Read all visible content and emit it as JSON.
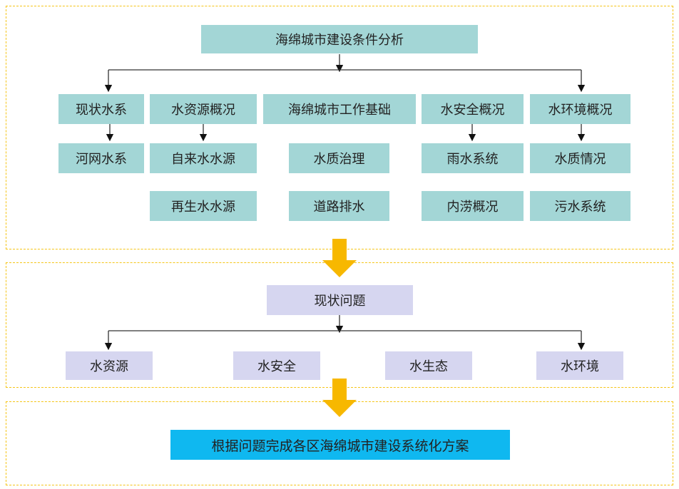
{
  "top": {
    "title": "海绵城市建设条件分析",
    "columns": [
      {
        "header": "现状水系",
        "items": [
          "河网水系"
        ]
      },
      {
        "header": "水资源概况",
        "items": [
          "自来水水源",
          "再生水水源"
        ]
      },
      {
        "header": "海绵城市工作基础",
        "items": [
          "水质治理",
          "道路排水"
        ]
      },
      {
        "header": "水安全概况",
        "items": [
          "雨水系统",
          "内涝概况"
        ]
      },
      {
        "header": "水环境概况",
        "items": [
          "水质情况",
          "污水系统"
        ]
      }
    ]
  },
  "middle": {
    "title": "现状问题",
    "items": [
      "水资源",
      "水安全",
      "水生态",
      "水环境"
    ]
  },
  "bottom": {
    "title": "根据问题完成各区海绵城市建设系统化方案"
  },
  "colors": {
    "border": "#f5c518",
    "arrow": "#f7b800",
    "teal": "#a3d6d6",
    "lavender": "#d6d6f0",
    "blue": "#0fb8f0"
  }
}
